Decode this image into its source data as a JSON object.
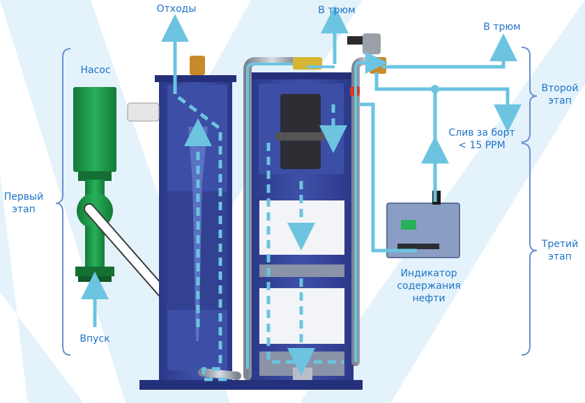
{
  "labels": {
    "waste": "Отходы",
    "to_bilge_top": "В трюм",
    "to_bilge_right": "В трюм",
    "pump": "Насос",
    "stage_one_line1": "Первый",
    "stage_one_line2": "этап",
    "stage_two_line1": "Второй",
    "stage_two_line2": "этап",
    "stage_three_line1": "Третий",
    "stage_three_line2": "этап",
    "overboard_line1": "Слив за борт",
    "overboard_line2": "< 15 PPM",
    "inlet": "Впуск",
    "indicator_line1": "Индикатор",
    "indicator_line2": "содержания",
    "indicator_line3": "нефти"
  },
  "colors": {
    "label_text": "#1e73c8",
    "flow_arrow": "#6cc4e0",
    "tank_blue": "#34439a",
    "pump_green": "#1f9a4a",
    "background_rays": "#e4f2fb"
  }
}
